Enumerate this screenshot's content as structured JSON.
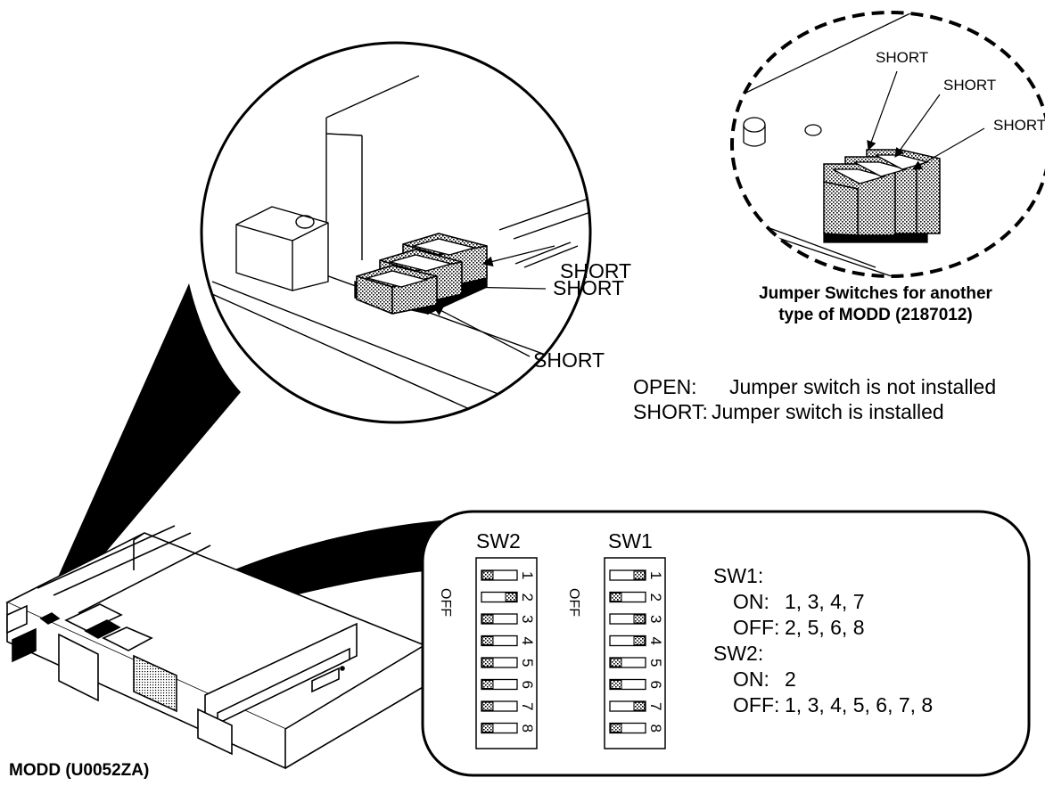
{
  "main_callout": {
    "labels": [
      "SHORT",
      "SHORT",
      "SHORT"
    ]
  },
  "inset": {
    "labels": [
      "SHORT",
      "SHORT",
      "SHORT"
    ],
    "caption_line1": "Jumper Switches for another",
    "caption_line2": "type of MODD (2187012)"
  },
  "legend": {
    "open_key": "OPEN:",
    "open_text": "Jumper switch is not installed",
    "short_key": "SHORT:",
    "short_text": "Jumper switch is installed"
  },
  "dip_panel": {
    "sw2_title": "SW2",
    "sw1_title": "SW1",
    "off_label": "OFF",
    "numbers": [
      "1",
      "2",
      "3",
      "4",
      "5",
      "6",
      "7",
      "8"
    ],
    "sw2_positions": [
      "on",
      "off",
      "on",
      "on",
      "on",
      "on",
      "on",
      "on"
    ],
    "sw1_positions": [
      "off",
      "on",
      "off",
      "off",
      "on",
      "on",
      "off",
      "on"
    ],
    "settings": {
      "sw1_label": "SW1:",
      "sw1_on_key": "ON:",
      "sw1_on_values": "1, 3, 4, 7",
      "sw1_off_key": "OFF:",
      "sw1_off_values": "2, 5, 6, 8",
      "sw2_label": "SW2:",
      "sw2_on_key": "ON:",
      "sw2_on_values": "2",
      "sw2_off_key": "OFF:",
      "sw2_off_values": "1, 3, 4, 5, 6, 7, 8"
    }
  },
  "device": {
    "label": "MODD (U0052ZA)"
  }
}
